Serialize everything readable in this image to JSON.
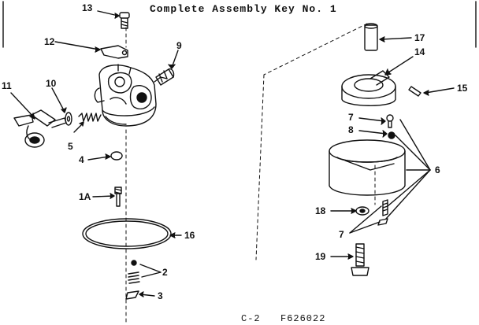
{
  "title": "Complete Assembly Key No. 1",
  "footer": {
    "page_code": "C-2",
    "part_number": "F626022"
  },
  "callouts": [
    "13",
    "12",
    "11",
    "10",
    "9",
    "5",
    "4",
    "1A",
    "16",
    "2",
    "3",
    "17",
    "14",
    "15",
    "7",
    "8",
    "6",
    "18",
    "7",
    "19"
  ],
  "colors": {
    "ink": "#111111",
    "paper": "#ffffff"
  }
}
